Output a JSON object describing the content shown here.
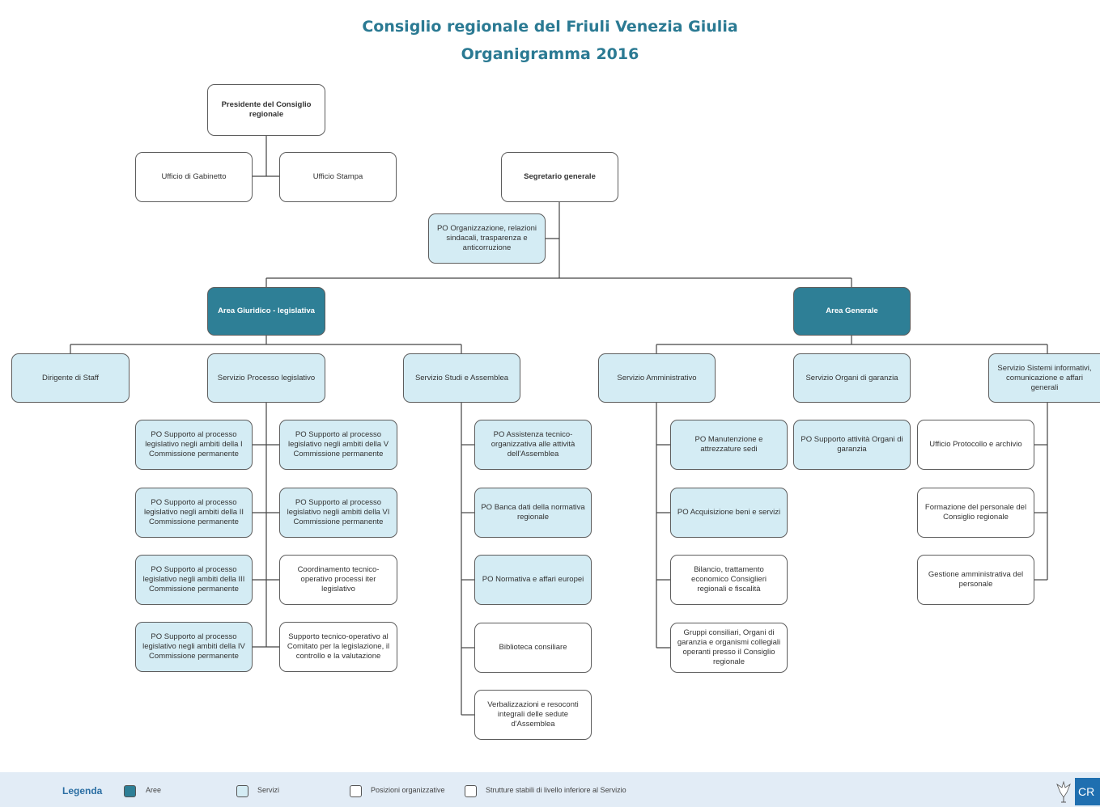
{
  "title_line1": "Consiglio regionale del Friuli Venezia Giulia",
  "title_line2": "Organigramma 2016",
  "boxes": {
    "presidente": "Presidente del Consiglio regionale",
    "gabinetto": "Ufficio di Gabinetto",
    "stampa": "Ufficio Stampa",
    "segretario": "Segretario generale",
    "po_org": "PO Organizzazione, relazioni sindacali, trasparenza e anticorruzione",
    "area_giur": "Area Giuridico - legislativa",
    "area_gen": "Area Generale",
    "dirigente": "Dirigente di Staff",
    "serv_proc": "Servizio Processo legislativo",
    "serv_studi": "Servizio Studi e Assemblea",
    "serv_amm": "Servizio Amministrativo",
    "serv_org": "Servizio Organi di garanzia",
    "serv_sist": "Servizio Sistemi informativi, comunicazione e affari generali",
    "po_c1": "PO Supporto al processo legislativo negli ambiti della I Commissione permanente",
    "po_c2": "PO Supporto al processo legislativo negli ambiti della II Commissione permanente",
    "po_c3": "PO Supporto al processo legislativo negli ambiti della III Commissione permanente",
    "po_c4": "PO Supporto al processo legislativo negli ambiti della IV Commissione permanente",
    "po_c5": "PO Supporto al processo legislativo negli ambiti della V Commissione permanente",
    "po_c6": "PO Supporto al processo legislativo negli ambiti della VI Commissione permanente",
    "coord": "Coordinamento tecnico-operativo processi iter legislativo",
    "supp_comitato": "Supporto tecnico-operativo al Comitato per la legislazione, il controllo e la valutazione",
    "po_assist": "PO Assistenza tecnico-organizzativa alle attività dell'Assemblea",
    "po_banca": "PO Banca dati della normativa regionale",
    "po_norm": "PO Normativa e affari europei",
    "biblioteca": "Biblioteca consiliare",
    "verbal": "Verbalizzazioni e resoconti integrali delle sedute d'Assemblea",
    "po_manut": "PO Manutenzione e attrezzature sedi",
    "po_acq": "PO Acquisizione beni e servizi",
    "bilancio": "Bilancio, trattamento economico Consiglieri regionali e fiscalità",
    "gruppi": "Gruppi consiliari, Organi di garanzia e organismi collegiali operanti presso il Consiglio regionale",
    "po_organi": "PO Supporto attività Organi di garanzia",
    "protocollo": "Ufficio Protocollo e archivio",
    "formazione": "Formazione del personale del Consiglio regionale",
    "gestione": "Gestione amministrativa del personale"
  },
  "legend": {
    "title": "Legenda",
    "aree": "Aree",
    "servizi": "Servizi",
    "posizioni": "Posizioni organizzative",
    "strutture": "Strutture stabili di livello inferiore al Servizio"
  },
  "logo_text": "CR",
  "colors": {
    "area": "#2e7f96",
    "servizio": "#d4ecf4",
    "posizione": "#ffffff",
    "title": "#2b7a93",
    "legend_bg": "#e2ecf6"
  }
}
